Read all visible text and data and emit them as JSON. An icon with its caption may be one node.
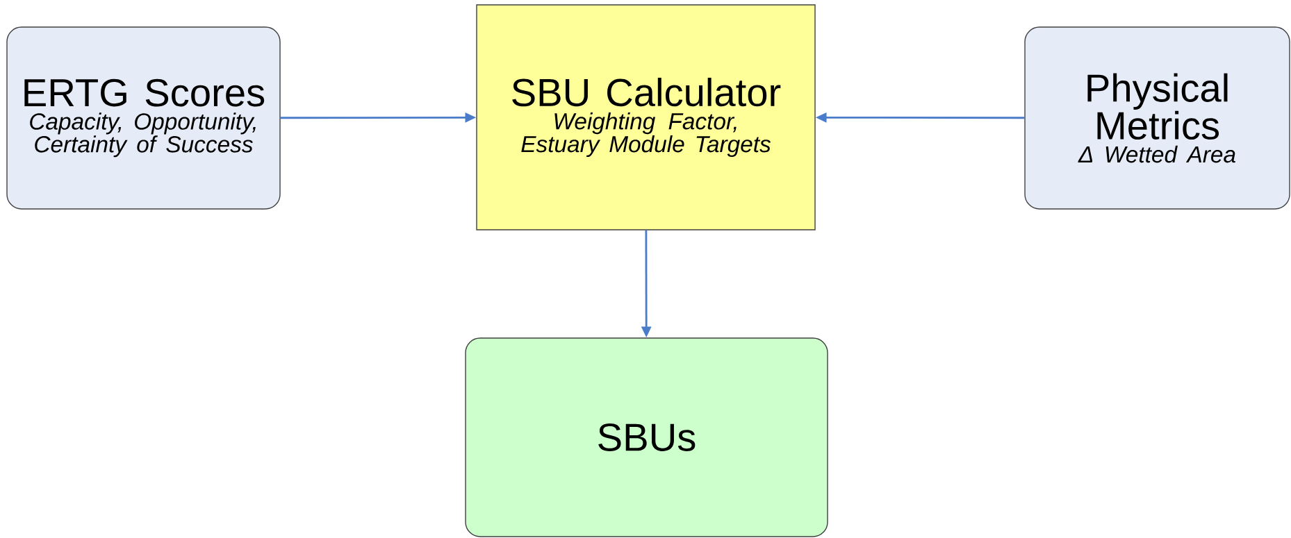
{
  "diagram": {
    "nodes": [
      {
        "text": [
          "ERTG Scores",
          "Capacity, Opportunity, Certainty of Success"
        ]
      },
      {
        "text": [
          "SBU Calculator",
          "Weighting Factor, Estuary Module Targets"
        ]
      },
      {
        "text": [
          "Physical Metrics",
          "Δ Wetted Area"
        ]
      },
      {
        "text": [
          "SBUs"
        ]
      }
    ],
    "edges": [
      {
        "from": 0,
        "to": 1,
        "arrow": "to"
      },
      {
        "from": 2,
        "to": 1,
        "arrow": "to"
      },
      {
        "from": 1,
        "to": 3,
        "arrow": "to"
      }
    ]
  }
}
